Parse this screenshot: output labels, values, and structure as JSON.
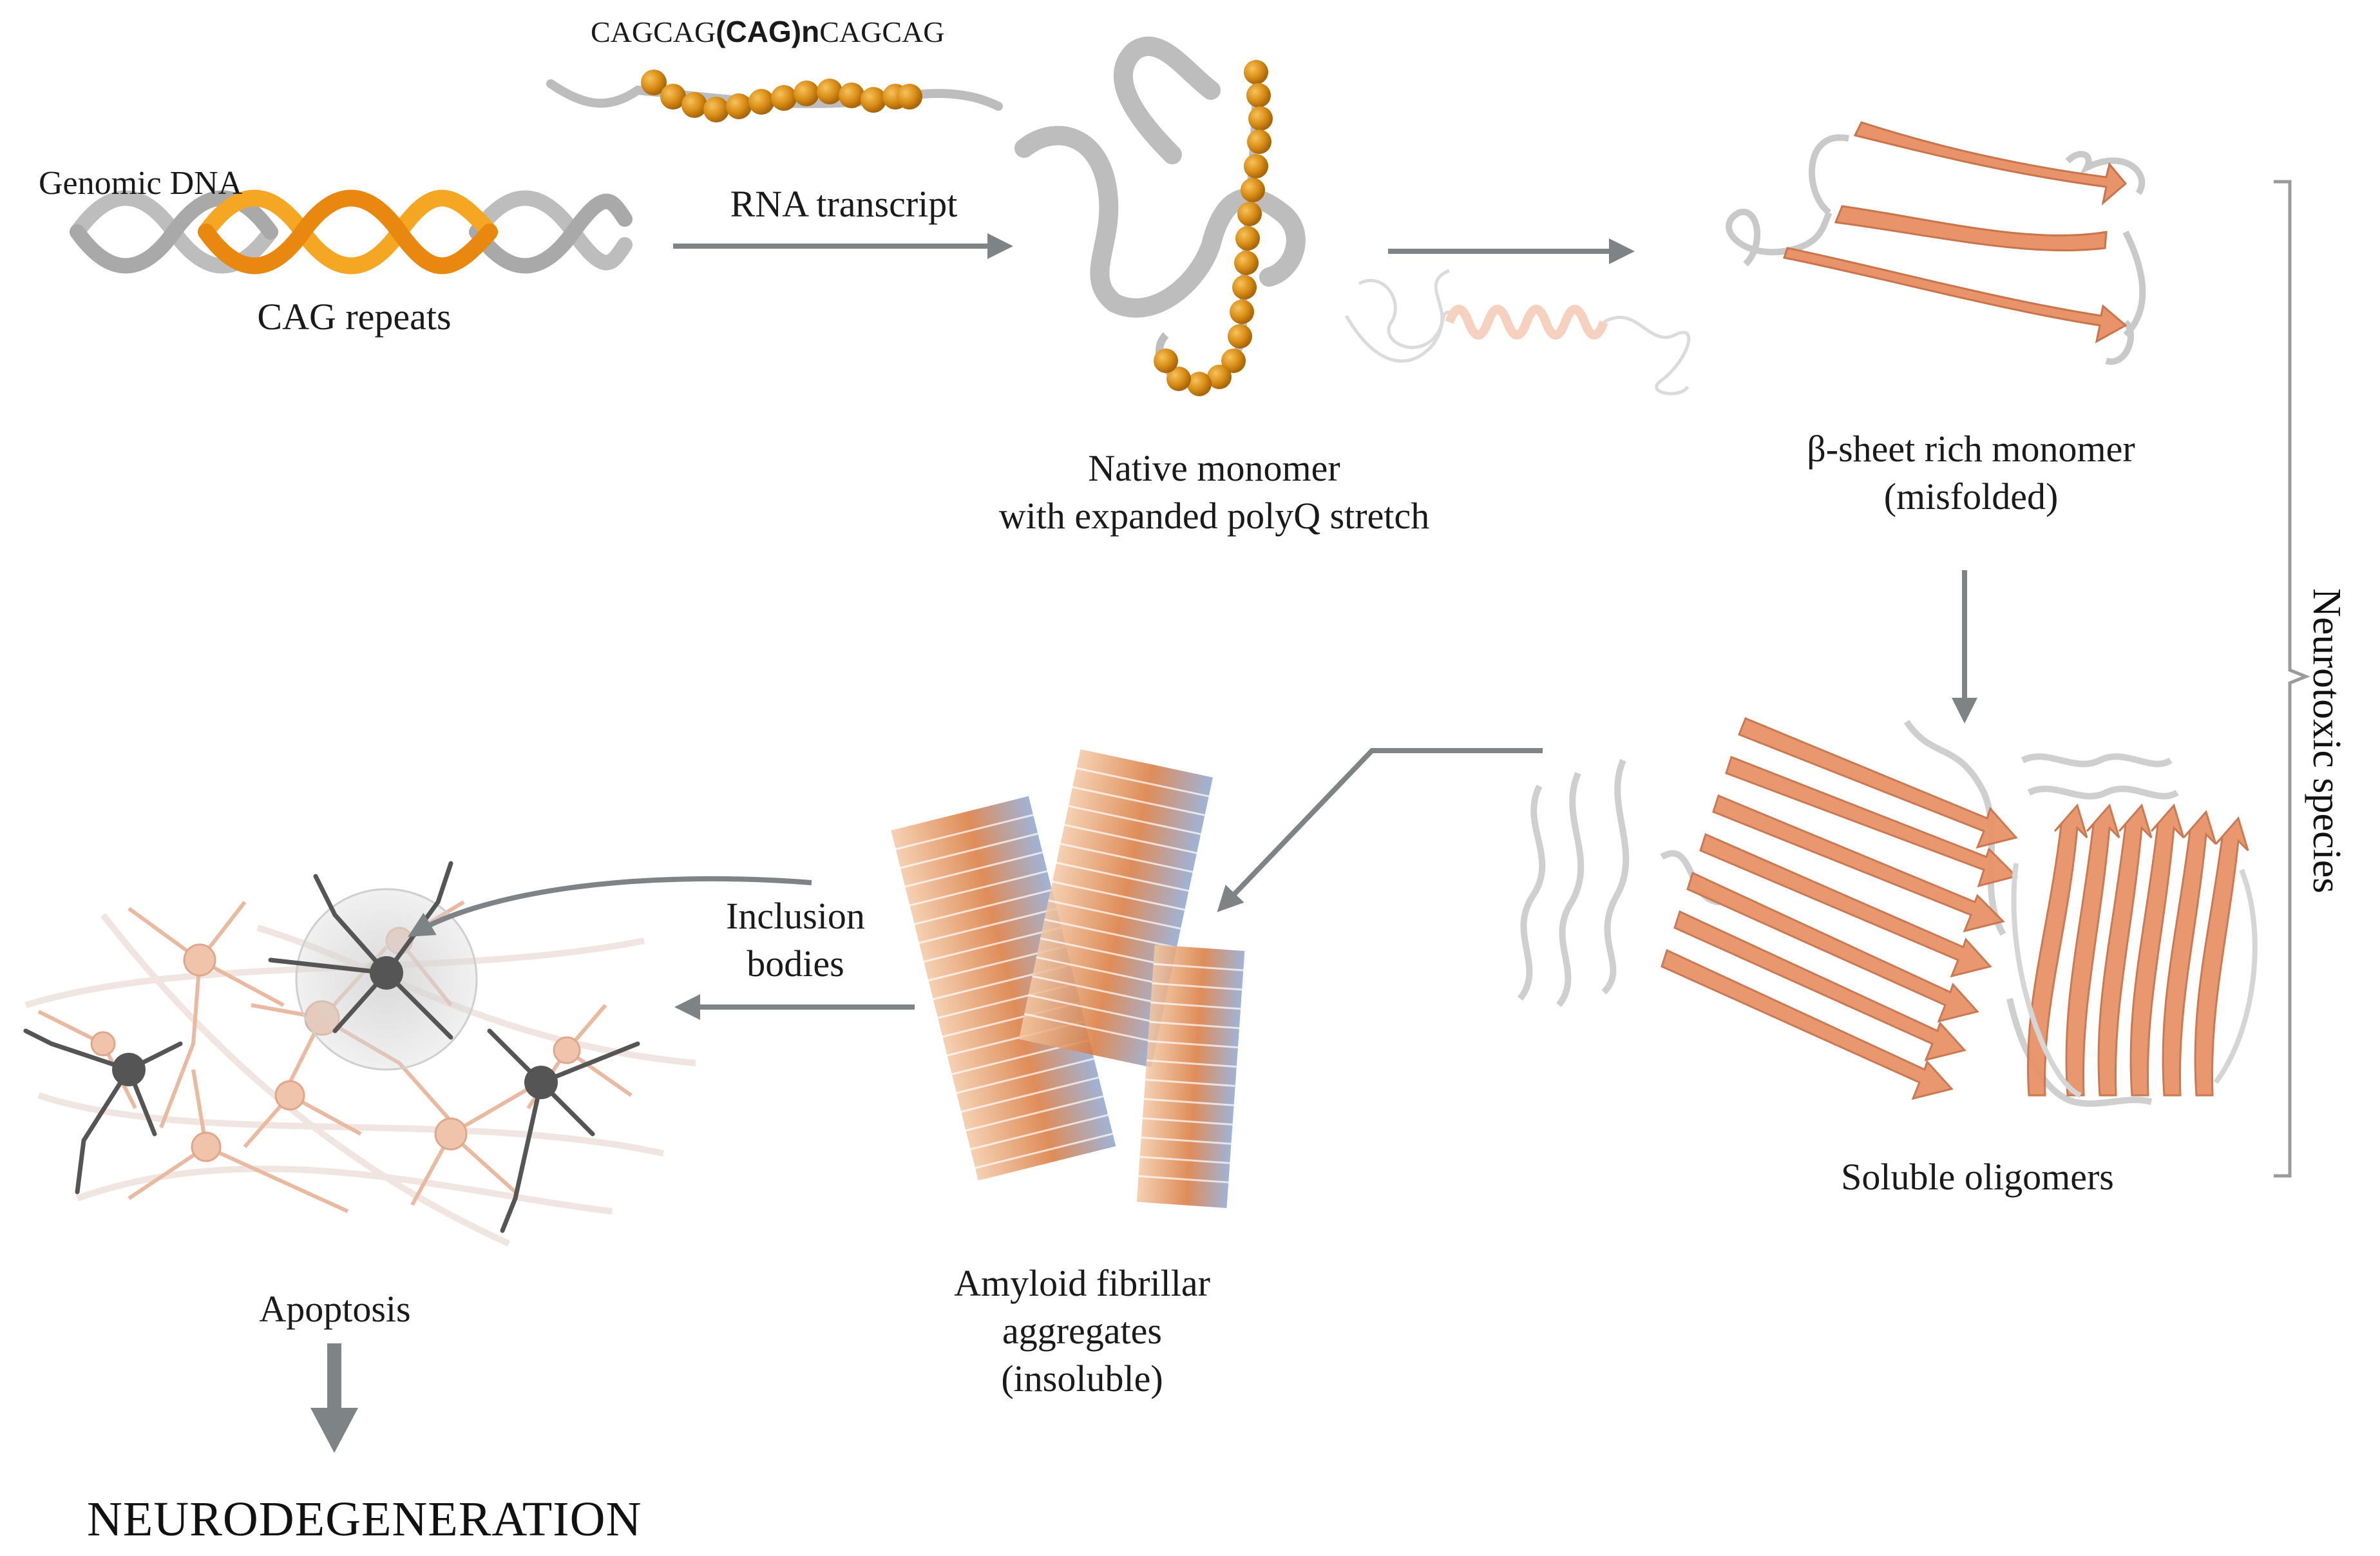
{
  "sequence": {
    "prefix": "CAGCAG",
    "repeat": "(CAG)n",
    "suffix": "CAGCAG"
  },
  "labels": {
    "genomic_dna": "Genomic DNA",
    "cag_repeats": "CAG repeats",
    "rna_transcript": "RNA transcript",
    "native_monomer_1": "Native monomer",
    "native_monomer_2": "with expanded polyQ stretch",
    "beta_sheet_1": "β-sheet rich monomer",
    "beta_sheet_2": "(misfolded)",
    "neurotoxic": "Neurotoxic species",
    "soluble_oligomers": "Soluble oligomers",
    "amyloid_1": "Amyloid fibrillar",
    "amyloid_2": "aggregates",
    "amyloid_3": "(insoluble)",
    "inclusion_1": "Inclusion",
    "inclusion_2": "bodies",
    "apoptosis": "Apoptosis",
    "neurodegeneration": "NEURODEGENERATION"
  },
  "colors": {
    "arrow": "#7e8486",
    "dna_gray": "#b9b9b9",
    "dna_orange": "#f39a1e",
    "bead": "#d98d16",
    "strand": "#e8936a",
    "strand_edge": "#c9744b",
    "coil": "#c9c9c9",
    "fibril_blue": "#8ea6d0",
    "neuron_dark": "#555555",
    "neuron_light": "#e9b9a0"
  },
  "icons": [
    "dna-helix-icon",
    "rna-bead-strand-icon",
    "native-monomer-icon",
    "helix-coil-icon",
    "beta-sheet-monomer-icon",
    "oligomer-icon",
    "amyloid-fibril-icon",
    "neuron-network-icon"
  ]
}
